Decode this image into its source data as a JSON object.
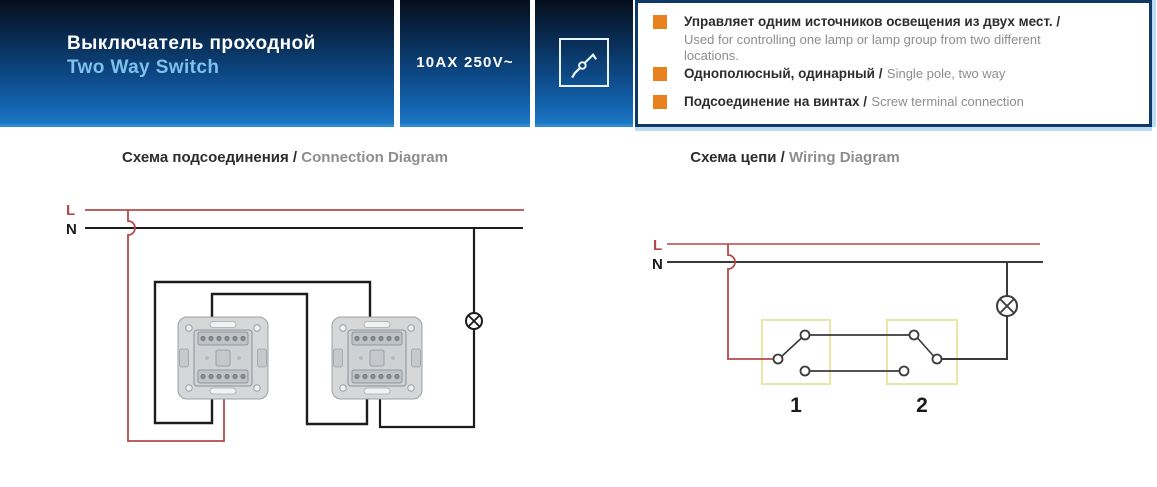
{
  "theme": {
    "bullet_orange": "#e8821e",
    "panel_border": "#0d3a66",
    "panel_underline": "#badbf2",
    "header_text": "#ffffff",
    "header_subtitle": "#7fc1ee",
    "text_dark": "#2d2d2d",
    "text_gray": "#8d8d8d",
    "wire_red": "#b5494a",
    "wire_black": "#1c1c1c",
    "wire_gray": "#3a3a3a",
    "switch_box_yellow": "#e7e7a6"
  },
  "header": {
    "product_title_ru": "Выключатель проходной",
    "product_title_en": "Two Way Switch",
    "rating": "10AX 250V~",
    "icon": "two-way-switch-symbol-icon",
    "features": [
      {
        "ru": "Управляет одним источников освещения из двух мест. /",
        "en": "Used for controlling one lamp or lamp group from two different locations."
      },
      {
        "ru": "Однополюсный, одинарный /",
        "en": "Single pole, two way"
      },
      {
        "ru": "Подсоединение на винтах /",
        "en": "Screw terminal connection"
      }
    ]
  },
  "connection_diagram": {
    "title_ru": "Схема подсоединения /",
    "title_en": "Connection Diagram",
    "live_label": "L",
    "neutral_label": "N"
  },
  "wiring_diagram": {
    "title_ru": "Схема цепи /",
    "title_en": "Wiring Diagram",
    "live_label": "L",
    "neutral_label": "N",
    "switch1_label": "1",
    "switch2_label": "2"
  }
}
